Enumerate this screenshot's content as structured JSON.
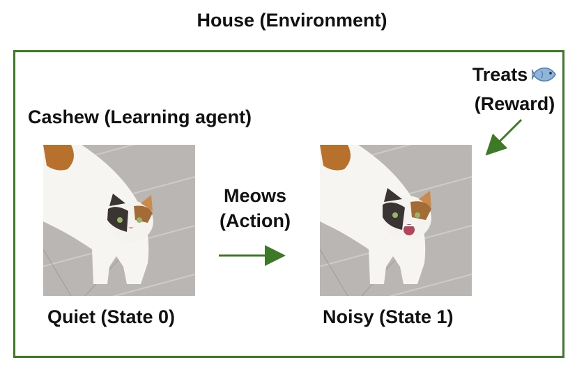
{
  "title": "House (Environment)",
  "agent": {
    "label": "Cashew (Learning agent)"
  },
  "action": {
    "line1": "Meows",
    "line2": "(Action)"
  },
  "reward": {
    "line1": "Treats",
    "line2": "(Reward)",
    "icon": "fish-icon"
  },
  "states": [
    {
      "label": "Quiet (State 0)",
      "image": "cat-photo-quiet"
    },
    {
      "label": "Noisy (State 1)",
      "image": "cat-photo-meowing"
    }
  ],
  "colors": {
    "frame": "#3d7a26",
    "arrow": "#3d7a26",
    "text": "#111111"
  }
}
